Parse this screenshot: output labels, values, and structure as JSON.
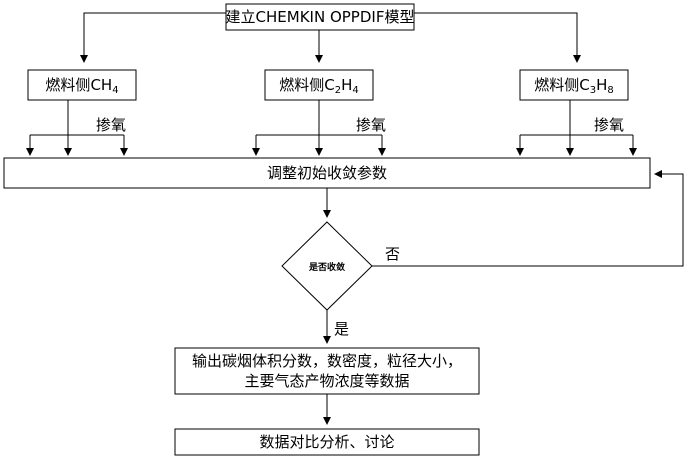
{
  "flowchart": {
    "top": "建立CHEMKIN OPPDIF模型",
    "fuels": [
      {
        "prefix": "燃料侧",
        "formula": [
          [
            "C",
            ""
          ],
          [
            "H",
            "4"
          ]
        ]
      },
      {
        "prefix": "燃料侧",
        "formula": [
          [
            "C",
            "2"
          ],
          [
            "H",
            "4"
          ]
        ]
      },
      {
        "prefix": "燃料侧",
        "formula": [
          [
            "C",
            "3"
          ],
          [
            "H",
            "8"
          ]
        ]
      }
    ],
    "oxygen_label": "掺氧",
    "adjust": "调整初始收敛参数",
    "decision": "是否收敛",
    "no_label": "否",
    "yes_label": "是",
    "output_line1": "输出碳烟体积分数，数密度，粒径大小，",
    "output_line2": "主要气态产物浓度等数据",
    "final": "数据对比分析、讨论"
  }
}
